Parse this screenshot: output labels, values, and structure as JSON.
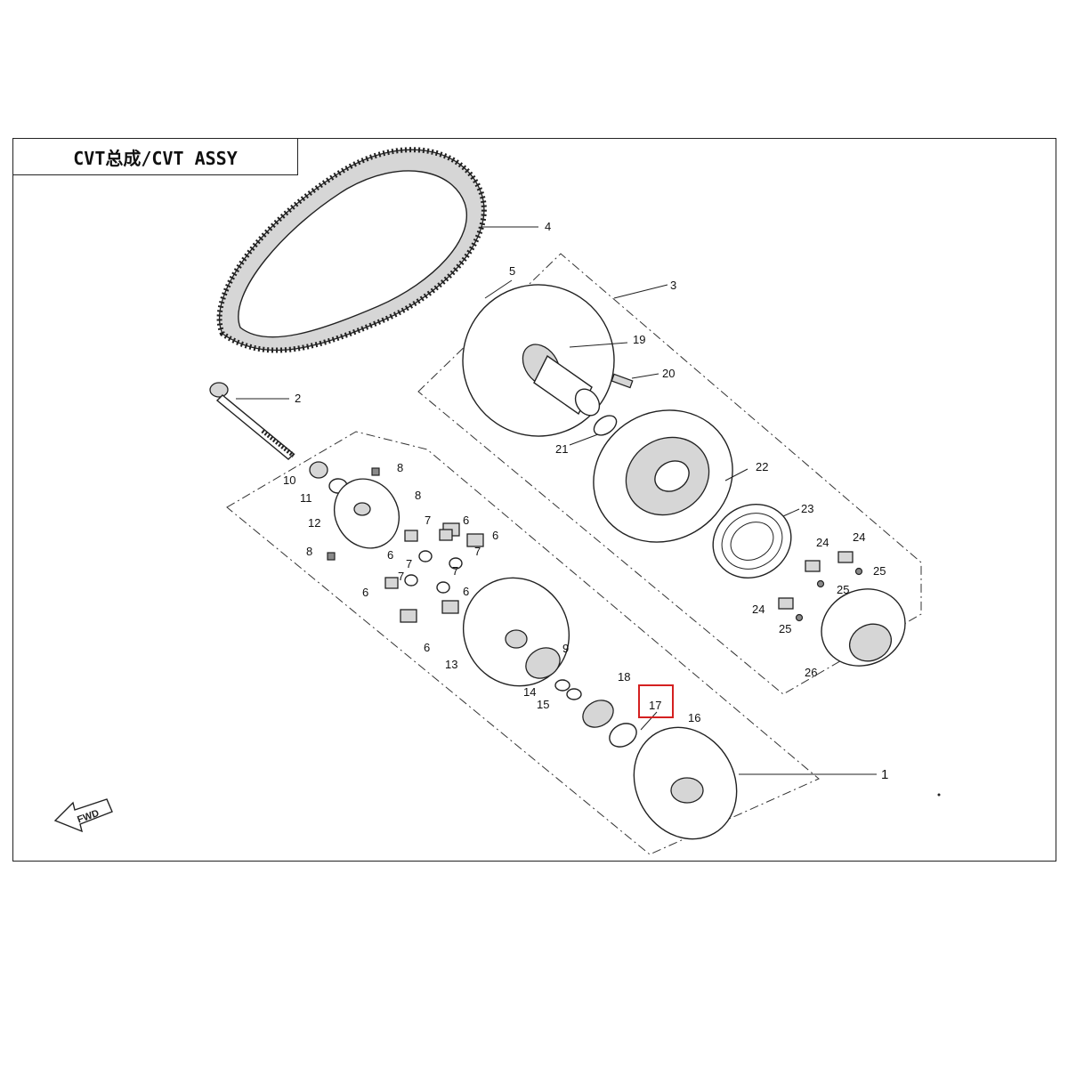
{
  "title": "CVT总成/CVT ASSY",
  "fwd_label": "FWD",
  "highlight_color": "#d42020",
  "highlighted_label": "17",
  "labels": {
    "p1": "1",
    "p2": "2",
    "p3": "3",
    "p4": "4",
    "p5": "5",
    "p6a": "6",
    "p6b": "6",
    "p6c": "6",
    "p6d": "6",
    "p6e": "6",
    "p6f": "6",
    "p7a": "7",
    "p7b": "7",
    "p7c": "7",
    "p7d": "7",
    "p7e": "7",
    "p8a": "8",
    "p8b": "8",
    "p8c": "8",
    "p9": "9",
    "p10": "10",
    "p11": "11",
    "p12": "12",
    "p13": "13",
    "p14": "14",
    "p15": "15",
    "p16": "16",
    "p17": "17",
    "p18": "18",
    "p19": "19",
    "p20": "20",
    "p21": "21",
    "p22": "22",
    "p23": "23",
    "p24a": "24",
    "p24b": "24",
    "p24c": "24",
    "p25a": "25",
    "p25b": "25",
    "p25c": "25",
    "p26": "26"
  }
}
